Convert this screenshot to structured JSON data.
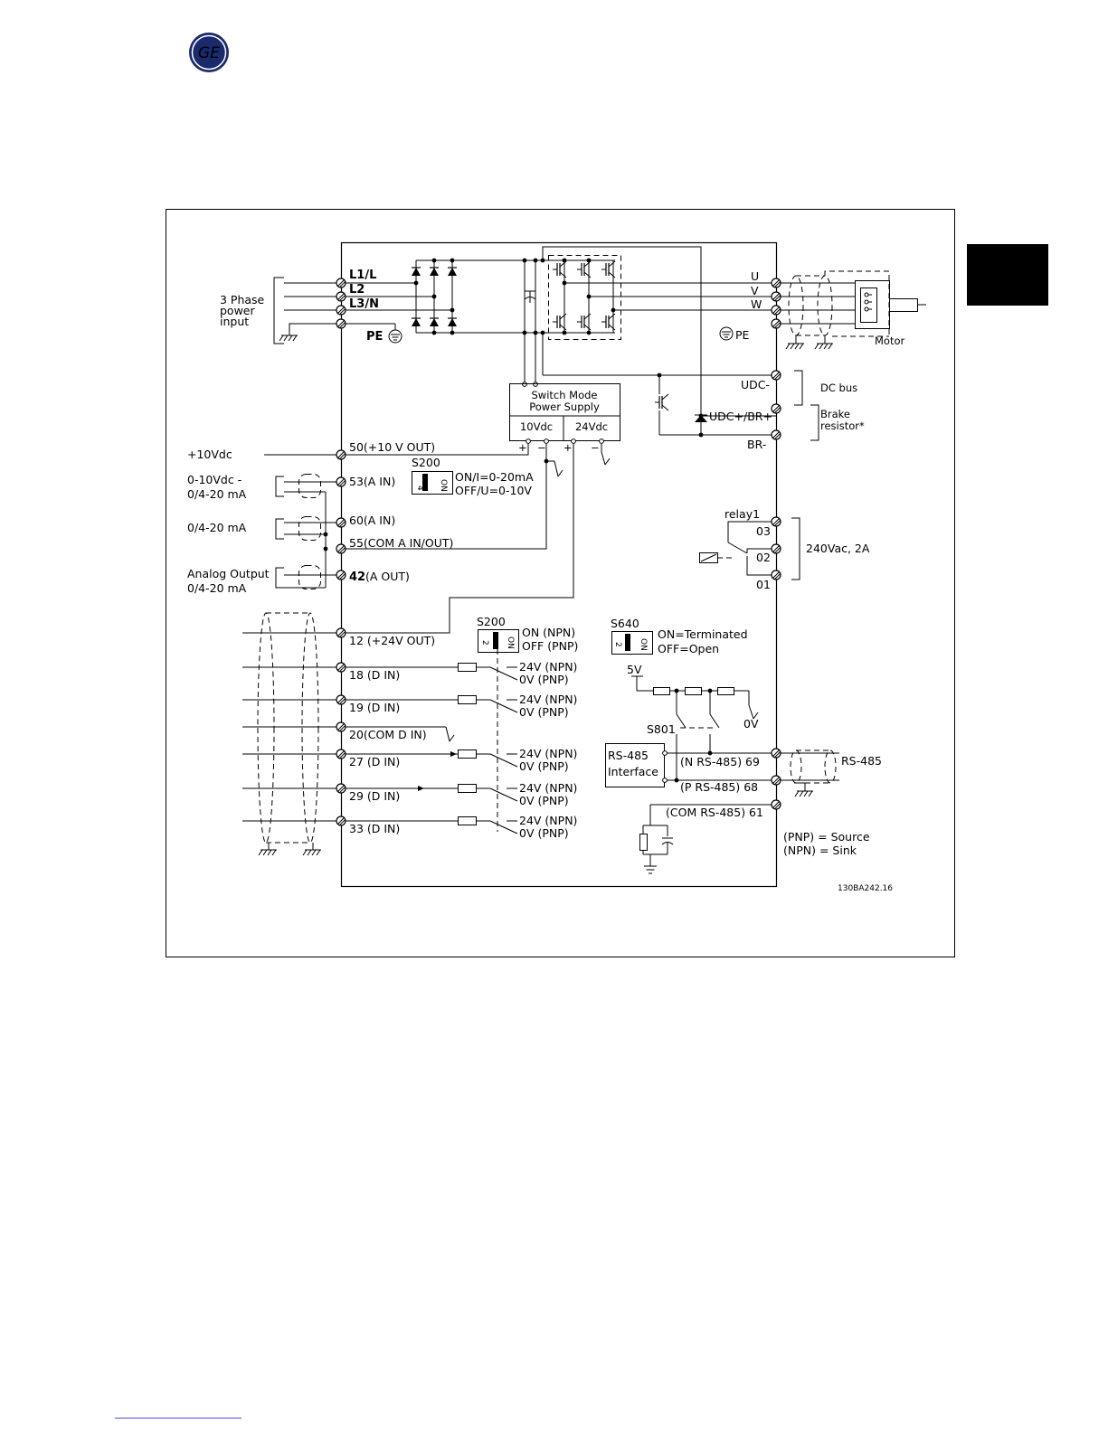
{
  "header": {
    "logo_text": "GE"
  },
  "diagram": {
    "mains": {
      "group_label": [
        "3 Phase",
        "power",
        "input"
      ],
      "terminals": [
        "L1/L",
        "L2",
        "L3/N"
      ],
      "pe": "PE"
    },
    "motor": {
      "terminals": [
        "U",
        "V",
        "W"
      ],
      "pe": "PE",
      "label": "Motor"
    },
    "dc": {
      "udc_minus": "UDC-",
      "udc_plus_br": "UDC+/BR+",
      "br_minus": "BR-",
      "dc_bus": "DC bus",
      "brake": [
        "Brake",
        "resistor*"
      ]
    },
    "smps": {
      "title": [
        "Switch Mode",
        "Power Supply"
      ],
      "v10": "10Vdc",
      "v24": "24Vdc"
    },
    "analog": {
      "plus10_label": "+10Vdc",
      "t50": "50(+10 V OUT)",
      "t53_left": [
        "0-10Vdc -",
        "0/4-20 mA"
      ],
      "t53": "53(A IN)",
      "t60_left": "0/4-20 mA",
      "t60": "60(A IN)",
      "t55": "55(COM A IN/OUT)",
      "t42_left": [
        "Analog Output",
        "0/4-20 mA"
      ],
      "t42_num": "42",
      "t42": "(A OUT)"
    },
    "s200_analog": {
      "title": "S200",
      "lines": [
        "ON/I=0-20mA",
        "OFF/U=0-10V"
      ],
      "num": "4",
      "on": "ON"
    },
    "digital": {
      "t12": "12 (+24V OUT)",
      "inputs": [
        "18 (D IN)",
        "19 (D IN)",
        "20(COM D IN)",
        "27 (D IN)",
        "29 (D IN)",
        "33 (D IN)"
      ],
      "npn": "24V (NPN)",
      "pnp": "0V (PNP)"
    },
    "s200_digital": {
      "title": "S200",
      "lines": [
        "ON (NPN)",
        "OFF (PNP)"
      ],
      "num": "2",
      "on": "ON"
    },
    "s640": {
      "title": "S640",
      "lines": [
        "ON=Terminated",
        "OFF=Open"
      ],
      "num": "2",
      "on": "ON"
    },
    "relay": {
      "name": "relay1",
      "terminals": [
        "03",
        "02",
        "01"
      ],
      "rating": "240Vac, 2A"
    },
    "rs485": {
      "v5": "5V",
      "ov": "0V",
      "s801": "S801",
      "interface": [
        "RS-485",
        "Interface"
      ],
      "t69": "(N RS-485) 69",
      "t68": "(P RS-485) 68",
      "t61": "(COM RS-485) 61",
      "ext": "RS-485"
    },
    "legend": [
      "(PNP) = Source",
      "(NPN) = Sink"
    ],
    "code": "130BA242.16"
  }
}
